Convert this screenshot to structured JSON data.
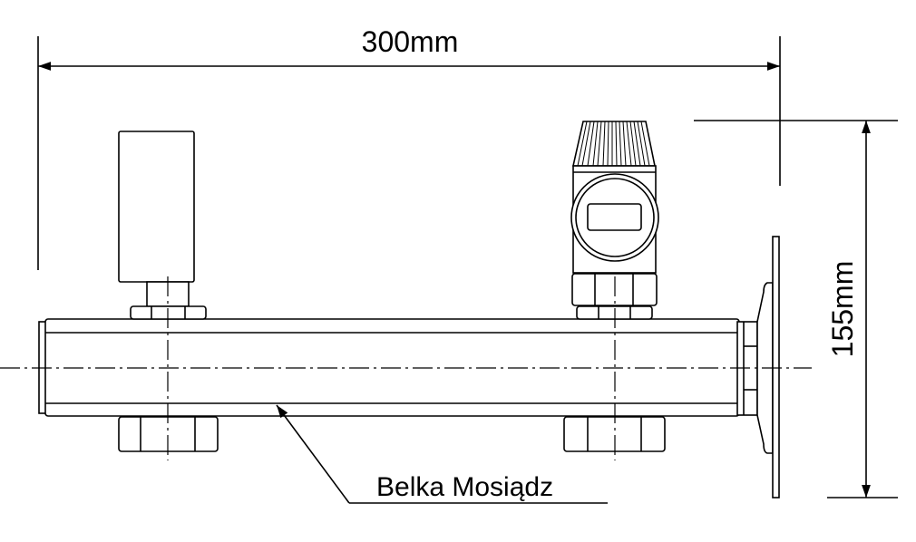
{
  "dimensions": {
    "width_label": "300mm",
    "height_label": "155mm"
  },
  "callout": {
    "label": "Belka Mosiądz"
  }
}
